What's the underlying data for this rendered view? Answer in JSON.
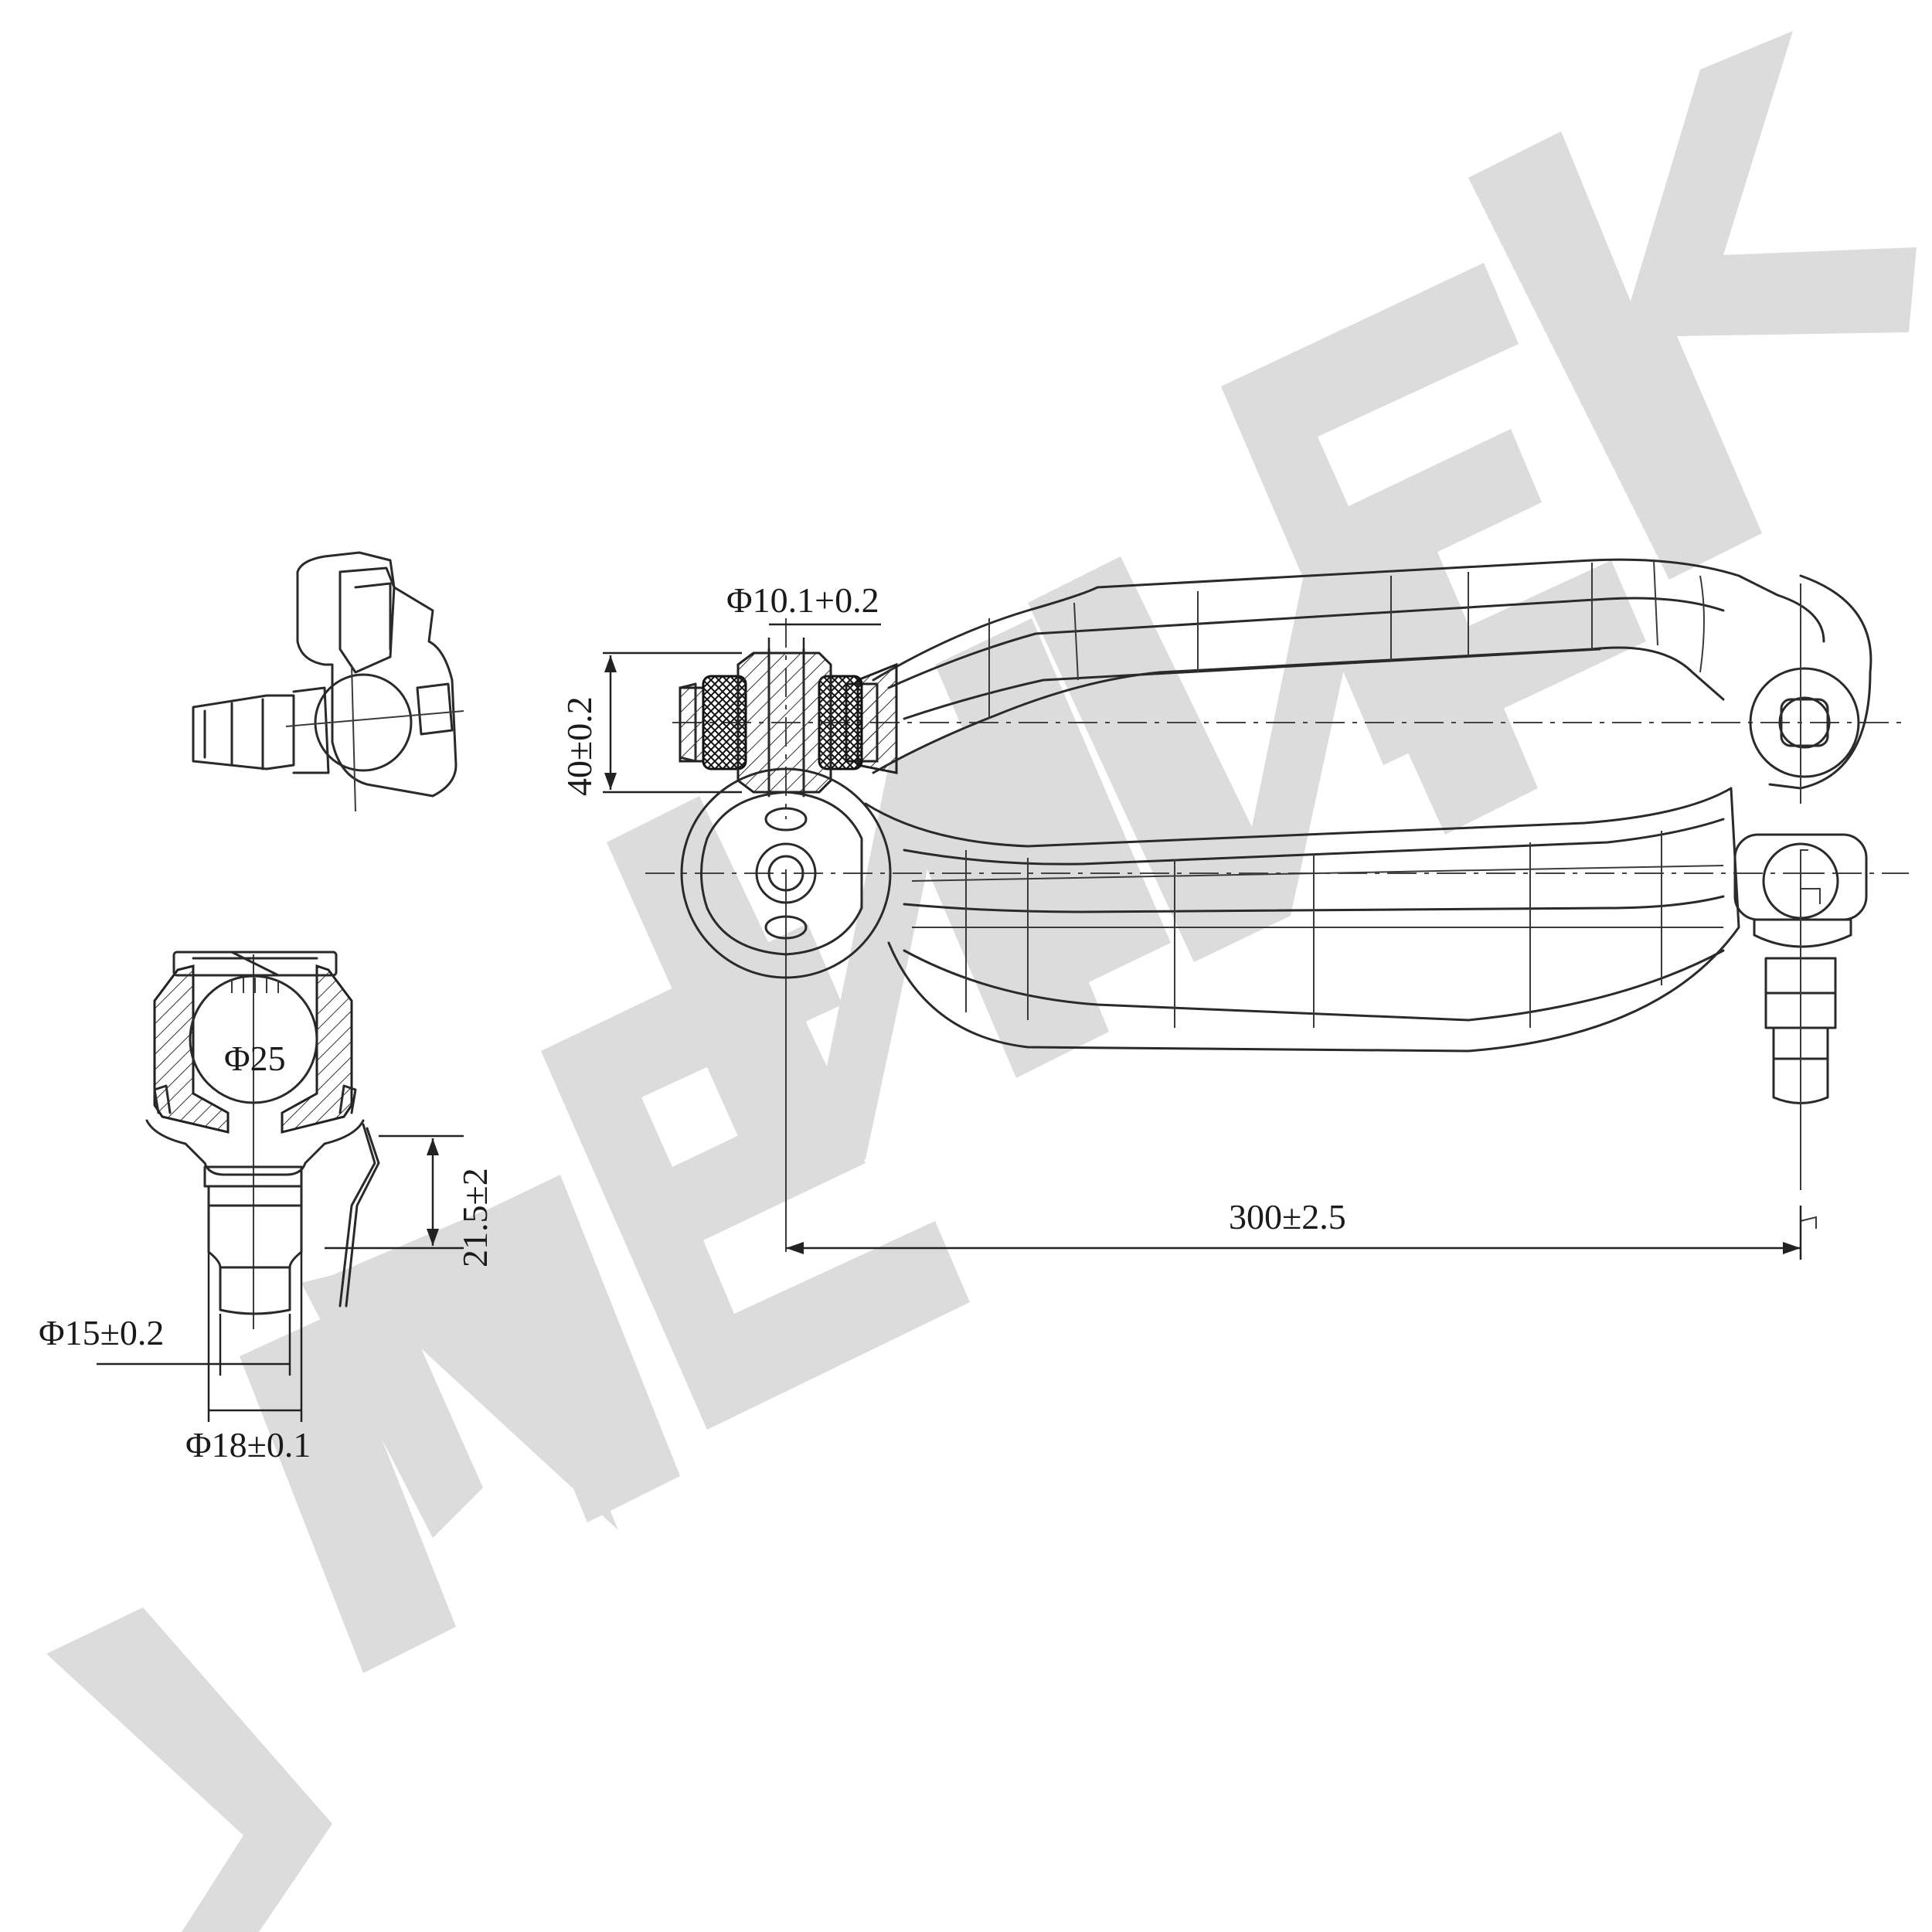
{
  "watermark": {
    "text": "ZENINEK",
    "color": "#dcdcdc"
  },
  "dimensions": {
    "bushing_bore": "Φ10.1+0.2",
    "bushing_width": "40±0.2",
    "ball_diameter": "Φ25",
    "stud_height": "21.5±2",
    "stud_small_diameter": "Φ15±0.2",
    "stud_large_diameter": "Φ18±0.1",
    "arm_length": "300±2.5"
  },
  "colors": {
    "line": "#2a2a2a",
    "watermark": "#dcdcdc",
    "background": "#ffffff"
  }
}
